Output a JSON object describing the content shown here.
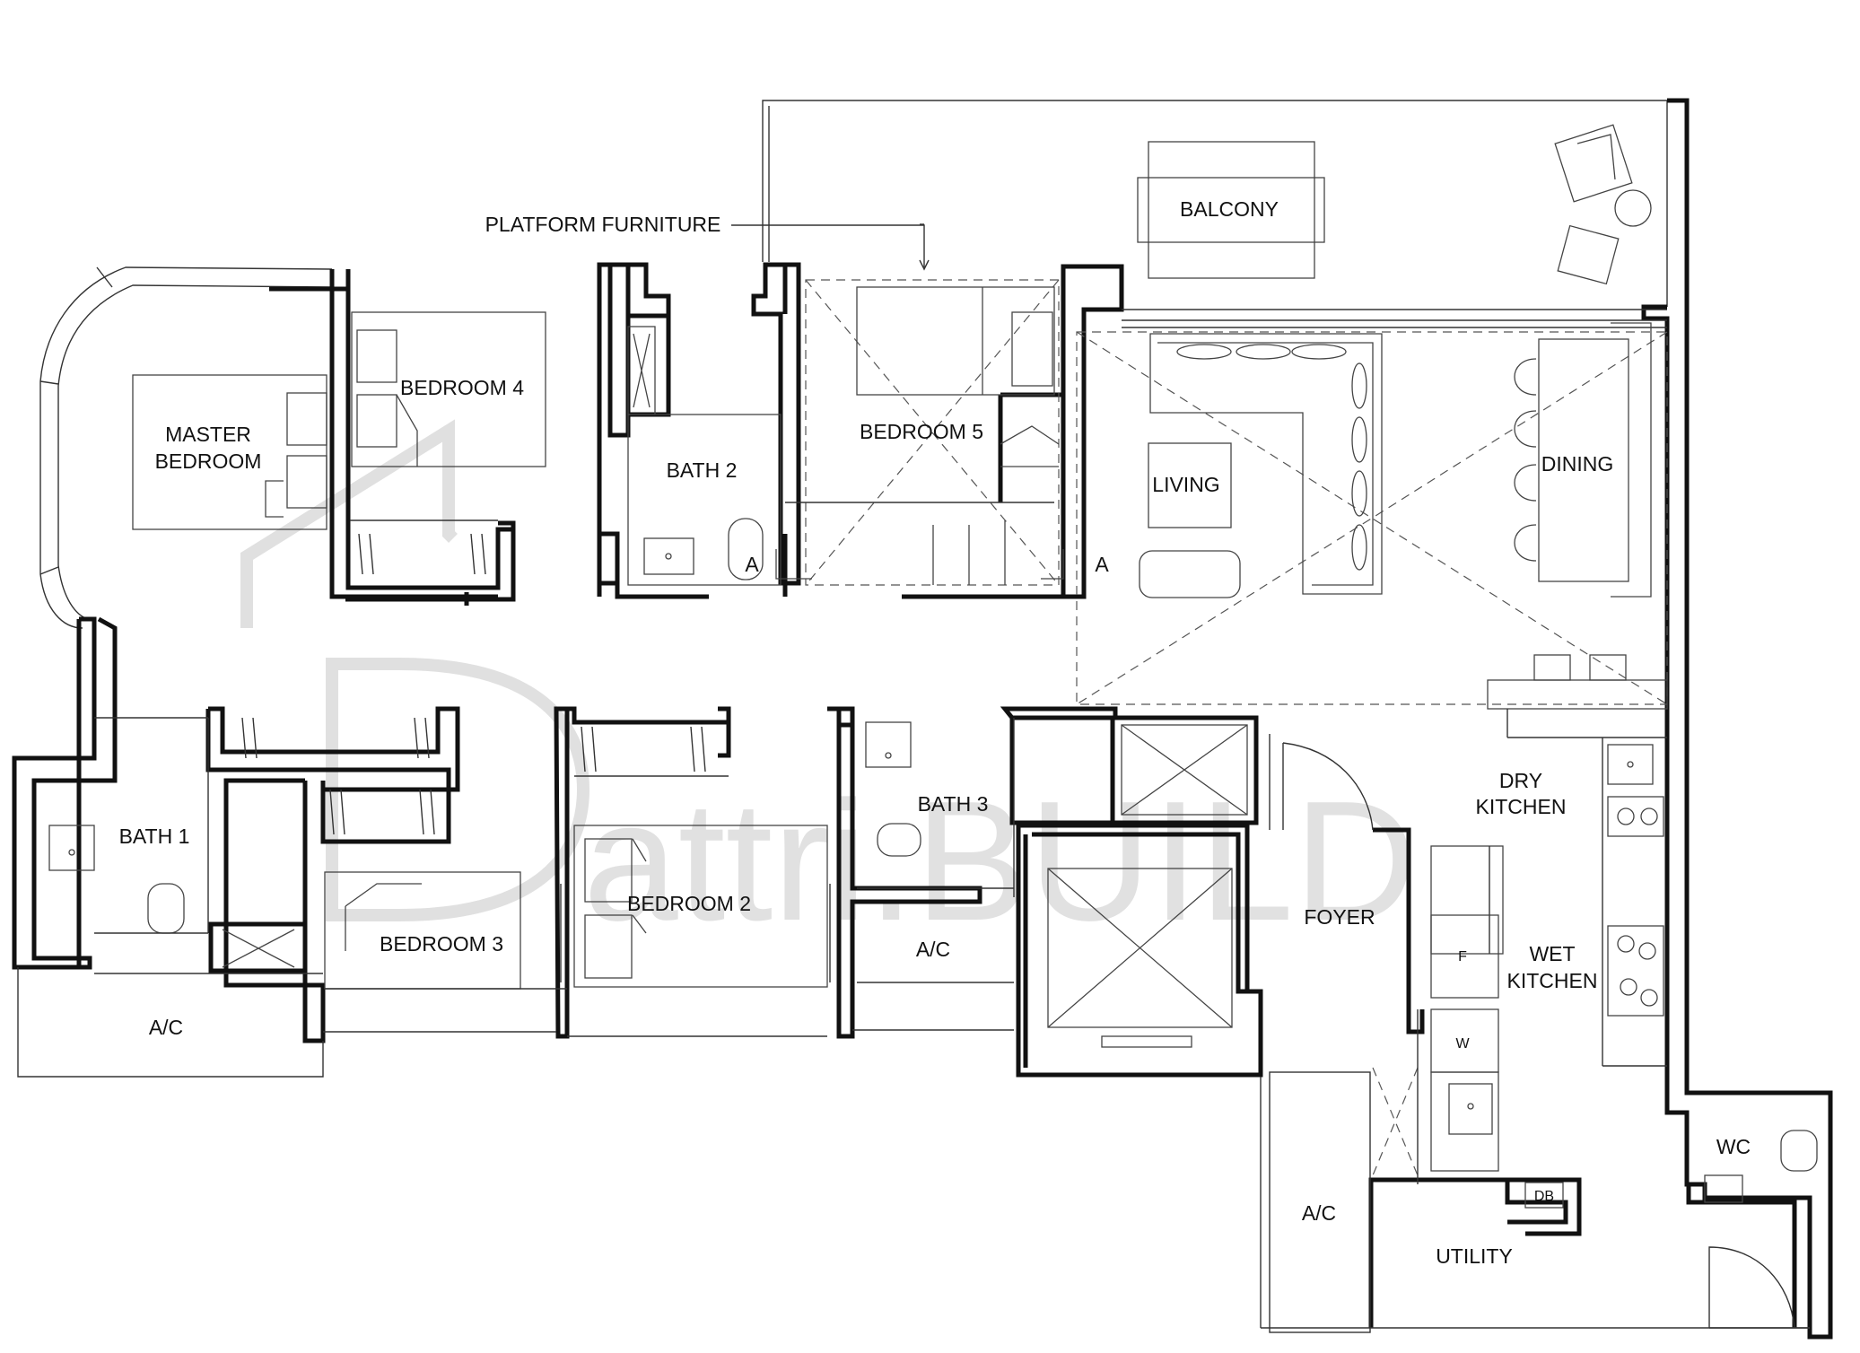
{
  "rooms": {
    "balcony": "BALCONY",
    "master_bedroom_line1": "MASTER",
    "master_bedroom_line2": "BEDROOM",
    "bedroom_4": "BEDROOM 4",
    "bath_2": "BATH 2",
    "bedroom_5": "BEDROOM 5",
    "living": "LIVING",
    "dining": "DINING",
    "bath_1": "BATH 1",
    "bedroom_3": "BEDROOM 3",
    "bedroom_2": "BEDROOM 2",
    "bath_3": "BATH 3",
    "dry_kitchen_line1": "DRY",
    "dry_kitchen_line2": "KITCHEN",
    "foyer": "FOYER",
    "wet_kitchen_line1": "WET",
    "wet_kitchen_line2": "KITCHEN",
    "wc": "WC",
    "utility": "UTILITY",
    "ac_1": "A/C",
    "ac_2": "A/C",
    "ac_3": "A/C"
  },
  "annotations": {
    "platform_furniture": "PLATFORM FURNITURE",
    "section_marker_left": "A",
    "section_marker_right": "A",
    "fridge": "F",
    "washer": "W",
    "distribution_board": "DB"
  },
  "watermark": {
    "text": "attri.BUILD"
  },
  "colors": {
    "wall": "#111111",
    "line": "#333333",
    "watermark": "#d8d8d8",
    "background": "#ffffff"
  }
}
